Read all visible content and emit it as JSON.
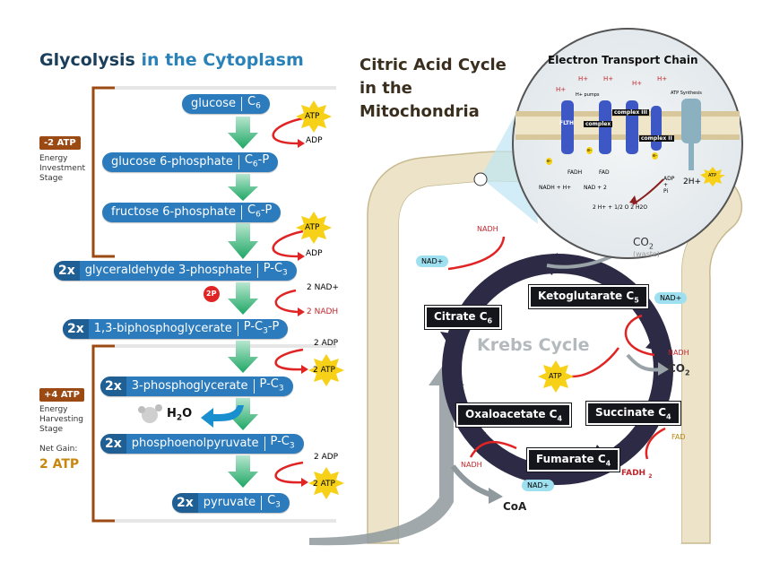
{
  "glycolysis": {
    "title_main": "Glycolysis",
    "title_sub": "in the Cytoplasm",
    "molecules": {
      "glucose": {
        "name": "glucose",
        "formula": "C",
        "sub": "6"
      },
      "g6p": {
        "name": "glucose 6-phosphate",
        "formula": "C",
        "sub": "6",
        "suffix": "-P"
      },
      "f6p": {
        "name": "fructose 6-phosphate",
        "formula": "C",
        "sub": "6",
        "suffix": "-P"
      },
      "g3p": {
        "mult": "2x",
        "name": "glyceraldehyde 3-phosphate",
        "formula": "P-C",
        "sub": "3"
      },
      "bpg": {
        "mult": "2x",
        "name": "1,3-biphosphoglycerate",
        "formula": "P-C",
        "sub": "3",
        "suffix": "-P"
      },
      "pg3": {
        "mult": "2x",
        "name": "3-phosphoglycerate",
        "formula": "P-C",
        "sub": "3"
      },
      "pep": {
        "mult": "2x",
        "name": "phosphoenolpyruvate",
        "formula": "P-C",
        "sub": "3"
      },
      "pyr": {
        "mult": "2x",
        "name": "pyruvate",
        "formula": "C",
        "sub": "3"
      }
    },
    "atp_label": "ATP",
    "adp_label": "ADP",
    "two_atp": "2 ATP",
    "two_adp": "2 ADP",
    "two_nad": "2 NAD+",
    "two_nadh": "2 NADH",
    "two_p": "2P",
    "water": "H",
    "water_sub": "2",
    "water_o": "O",
    "investment_badge": "-2 ATP",
    "investment_label": [
      "Energy",
      "Investment",
      "Stage"
    ],
    "harvest_badge": "+4 ATP",
    "harvest_label": [
      "Energy",
      "Harvesting",
      "Stage"
    ],
    "net_gain_label": "Net Gain:",
    "net_gain_value": "2 ATP"
  },
  "citric": {
    "title": [
      "Citric Acid Cycle",
      "in the",
      "Mitochondria"
    ],
    "krebs": "Krebs Cycle",
    "citrate": {
      "name": "Citrate",
      "c": "C",
      "sub": "6"
    },
    "keto": {
      "name": "Ketoglutarate",
      "c": "C",
      "sub": "5"
    },
    "succ": {
      "name": "Succinate",
      "c": "C",
      "sub": "4"
    },
    "fum": {
      "name": "Fumarate",
      "c": "C",
      "sub": "4"
    },
    "oxa": {
      "name": "Oxaloacetate",
      "c": "C",
      "sub": "4"
    },
    "nadh": "NADH",
    "nad_plus": "NAD+",
    "co2": "CO",
    "co2_sub": "2",
    "waste": "(waste)",
    "atp": "ATP",
    "fad": "FAD",
    "fadh2": "FADH",
    "fadh2_sub": "2",
    "coa": "CoA"
  },
  "etc": {
    "title": "Electron Transport Chain",
    "h_plus": "H+",
    "h_pumps": "H+ pumps",
    "atp_synthesis": "ATP Synthesis",
    "flth": "FLTH",
    "complex": "complex",
    "complex_iii": "complex  III",
    "complex_ii": "complex  II",
    "fadh2": "FADH",
    "fad": "FAD",
    "nadh_h": "NADH + H+",
    "nad2": "NAD + 2",
    "adp_pi": [
      "ADP",
      "+",
      "Pi"
    ],
    "two_h_plus": "2H+",
    "atp": "ATP",
    "water_eq": "2 H+ + 1/2 O  2  H2O",
    "e": "e-"
  },
  "colors": {
    "pill": "#2b7bbd",
    "pill_dark": "#1f5f94",
    "brown": "#9a4a12",
    "green_arrow": "#2bb673",
    "red_arrow": "#e02424",
    "atp_star": "#f7d117",
    "membrane": "#e9dfc4",
    "krebs_dark": "#2d2a45"
  }
}
